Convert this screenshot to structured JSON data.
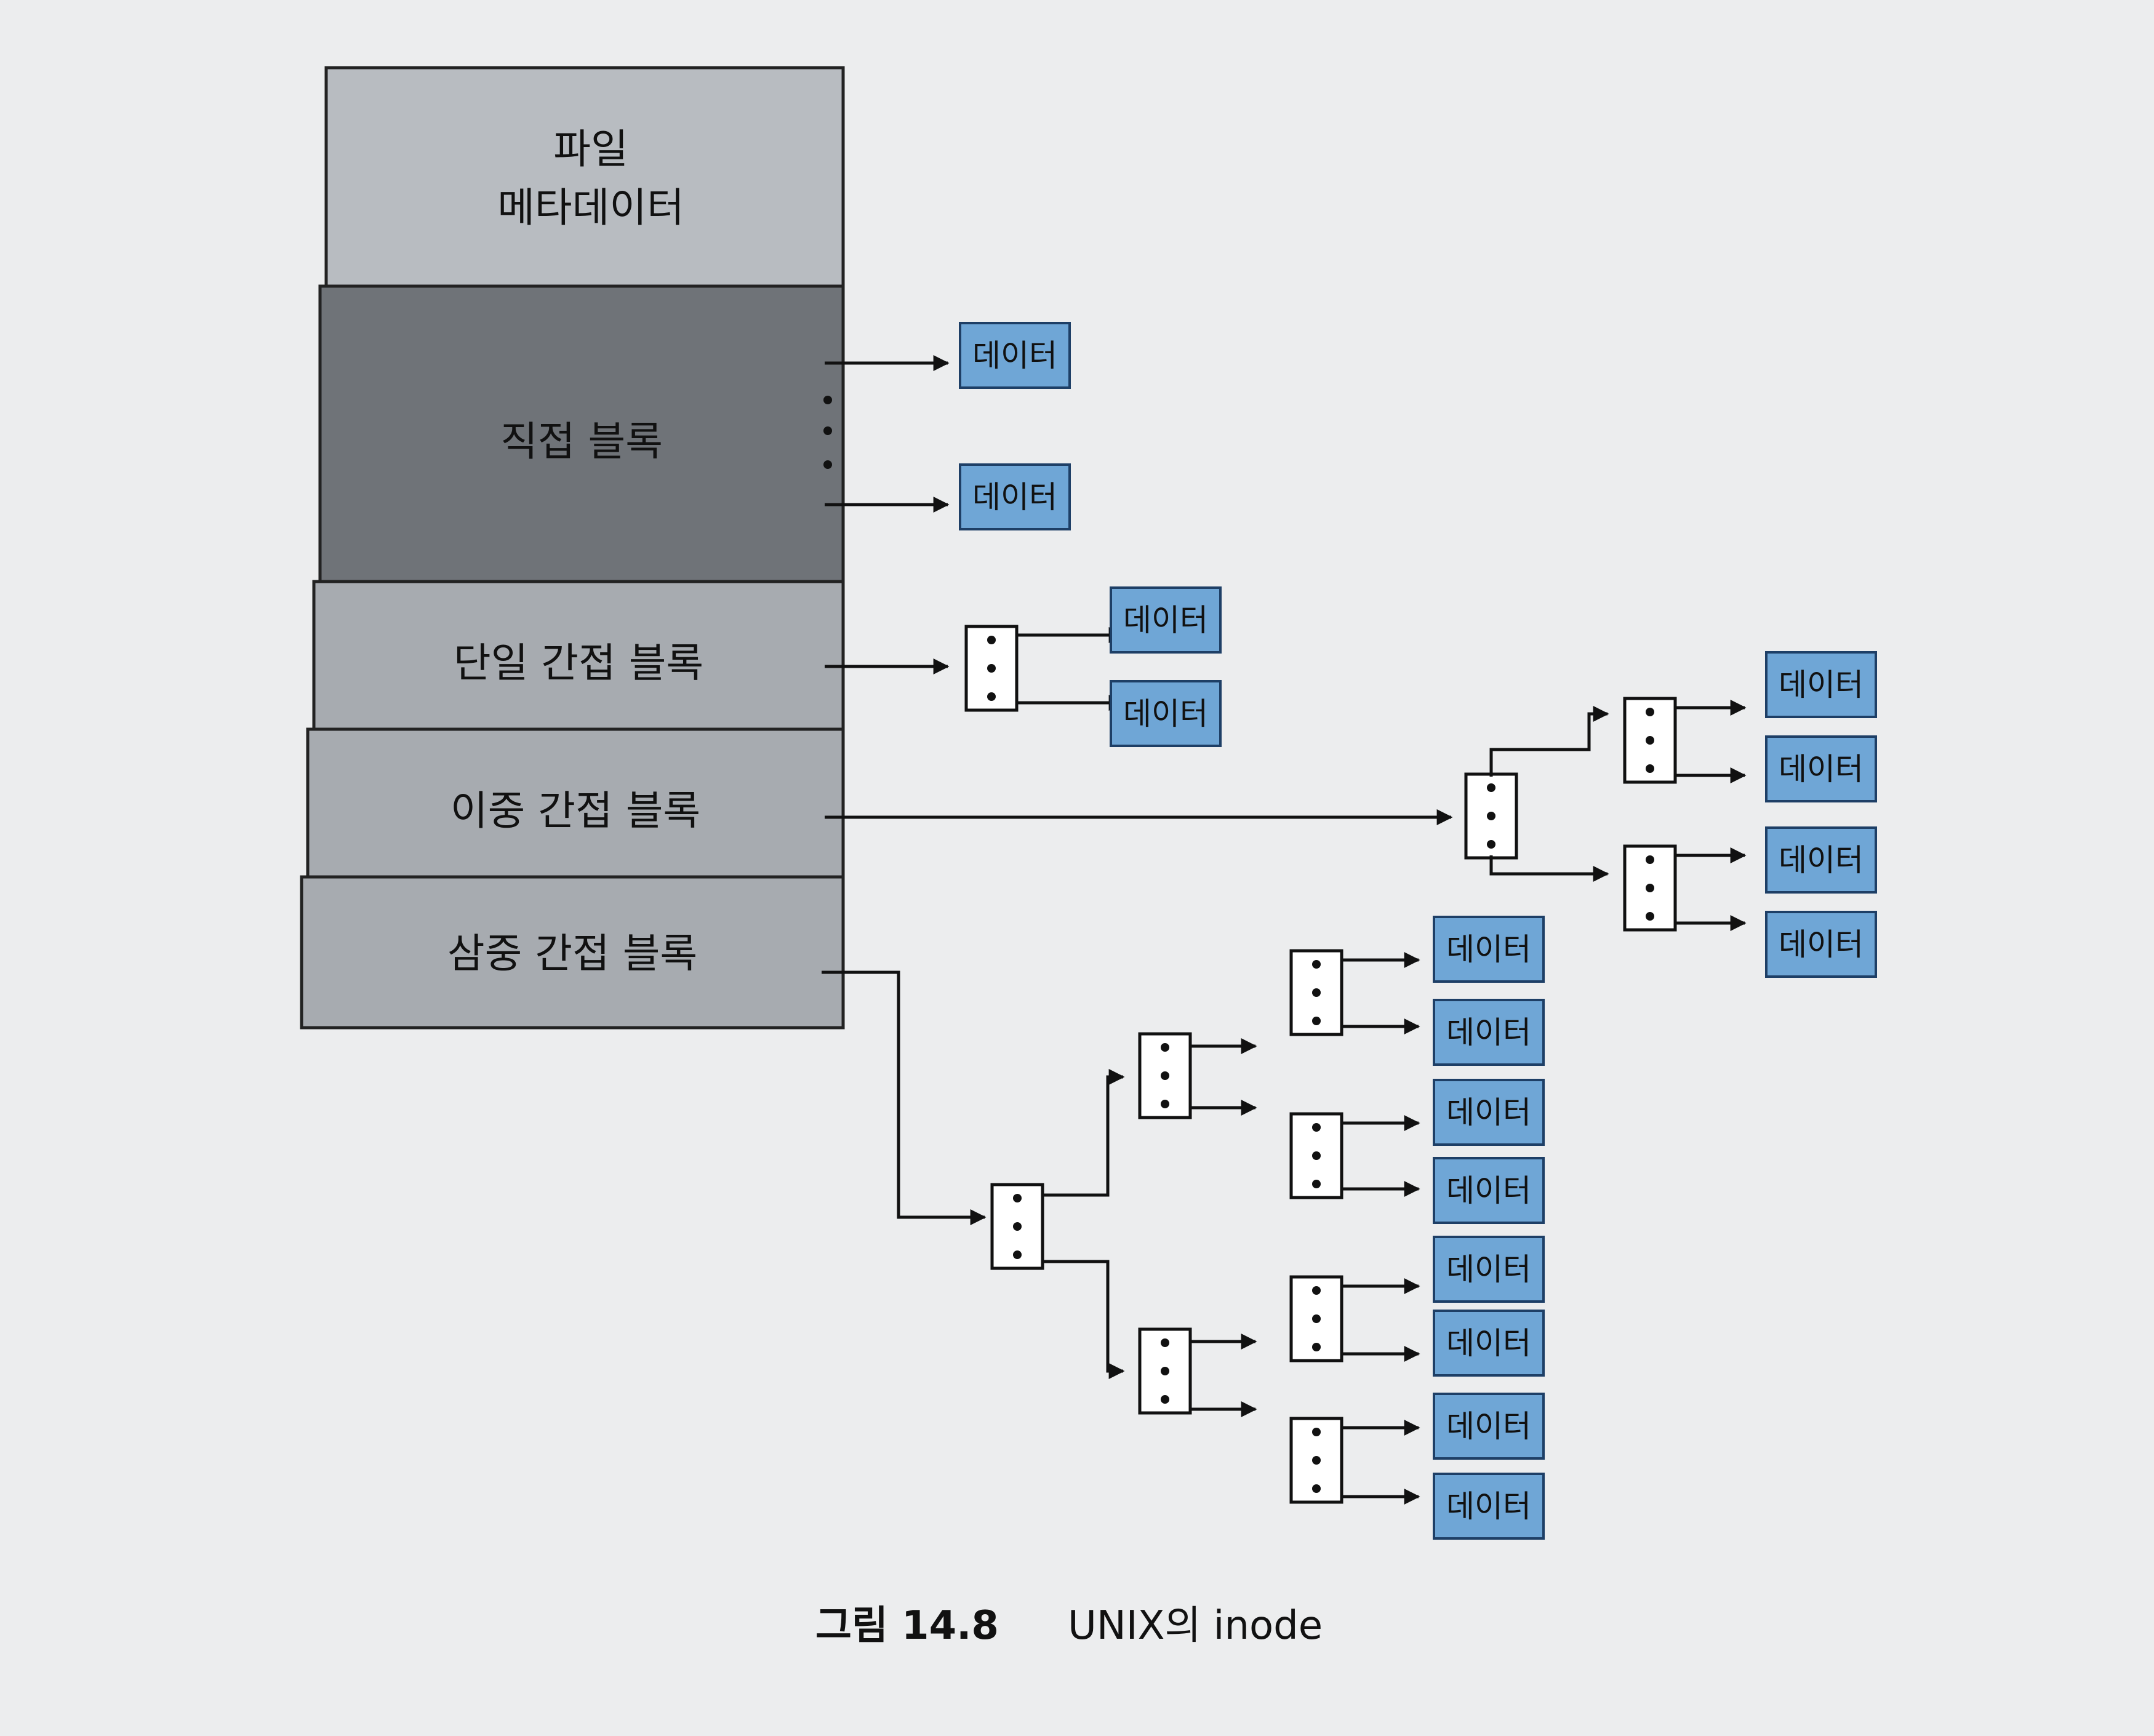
{
  "inode": {
    "metadata_label": [
      "파일",
      "메타데이터"
    ],
    "direct_label": "직접 블록",
    "single_label": "단일 간접 블록",
    "double_label": "이중 간접 블록",
    "triple_label": "삼중 간접 블록"
  },
  "data_block_label": "데이터",
  "caption": {
    "number": "그림 14.8",
    "title": "UNIX의 inode"
  },
  "colors": {
    "metadata": "#b8bcc1",
    "direct": "#6f7378",
    "indirect": "#a7abb0",
    "data_block": "#6fa6d6",
    "line": "#111111"
  }
}
